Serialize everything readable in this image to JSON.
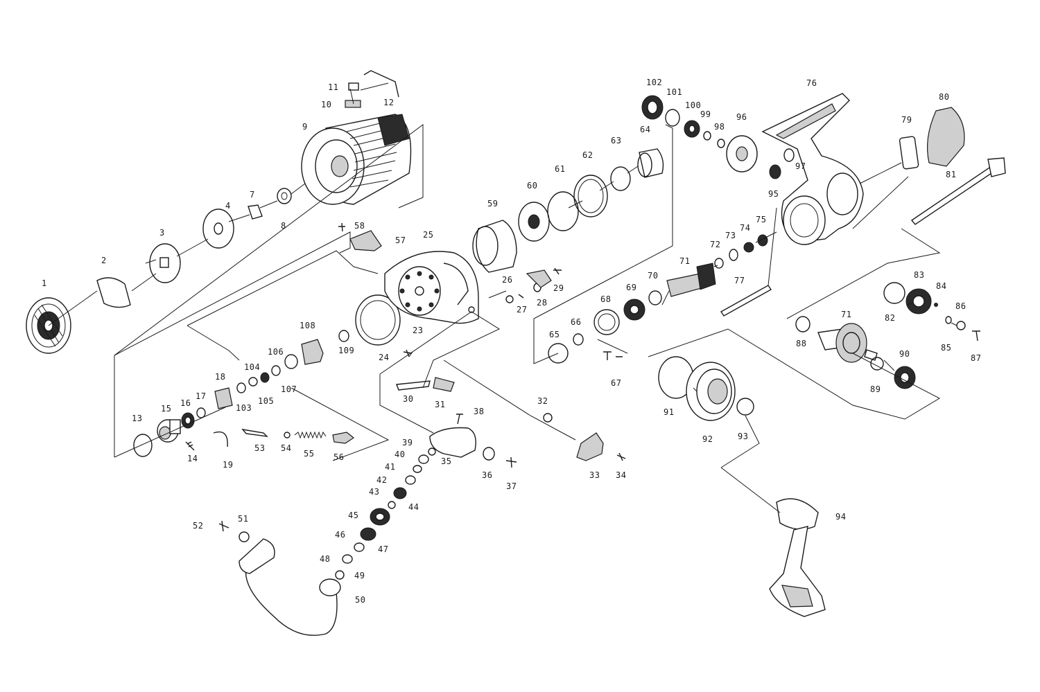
{
  "colors": {
    "ink": "#1a1a1a",
    "paper": "#ffffff",
    "shade": "#cfcfcf"
  },
  "parts": [
    {
      "id": "p1",
      "label": "1",
      "name": "spool-front-cap"
    },
    {
      "id": "p2",
      "label": "2",
      "name": "spring-clip"
    },
    {
      "id": "p3",
      "label": "3",
      "name": "square-washer"
    },
    {
      "id": "p4",
      "label": "4",
      "name": "drag-washer"
    },
    {
      "id": "p7",
      "label": "7",
      "name": "clip"
    },
    {
      "id": "p8",
      "label": "8",
      "name": "bushing"
    },
    {
      "id": "p9",
      "label": "9",
      "name": "spool"
    },
    {
      "id": "p10",
      "label": "10",
      "name": "clip-block"
    },
    {
      "id": "p11",
      "label": "11",
      "name": "small-clip"
    },
    {
      "id": "p12",
      "label": "12",
      "name": "wire-spring"
    },
    {
      "id": "p13",
      "label": "13",
      "name": "ring"
    },
    {
      "id": "p14",
      "label": "14",
      "name": "screw"
    },
    {
      "id": "p15",
      "label": "15",
      "name": "knob-body"
    },
    {
      "id": "p16",
      "label": "16",
      "name": "bearing"
    },
    {
      "id": "p17",
      "label": "17",
      "name": "washer"
    },
    {
      "id": "p18",
      "label": "18",
      "name": "plate"
    },
    {
      "id": "p19",
      "label": "19",
      "name": "spring"
    },
    {
      "id": "p23",
      "label": "23",
      "name": "rotor-ring"
    },
    {
      "id": "p24",
      "label": "24",
      "name": "screw"
    },
    {
      "id": "p25",
      "label": "25",
      "name": "rotor"
    },
    {
      "id": "p26",
      "label": "26",
      "name": "ball"
    },
    {
      "id": "p27",
      "label": "27",
      "name": "pin"
    },
    {
      "id": "p28",
      "label": "28",
      "name": "bracket"
    },
    {
      "id": "p29",
      "label": "29",
      "name": "screw"
    },
    {
      "id": "p30",
      "label": "30",
      "name": "lever"
    },
    {
      "id": "p31",
      "label": "31",
      "name": "block"
    },
    {
      "id": "p32",
      "label": "32",
      "name": "washer"
    },
    {
      "id": "p33",
      "label": "33",
      "name": "bail-arm-lever"
    },
    {
      "id": "p34",
      "label": "34",
      "name": "screw"
    },
    {
      "id": "p35",
      "label": "35",
      "name": "bail-support"
    },
    {
      "id": "p36",
      "label": "36",
      "name": "bushing"
    },
    {
      "id": "p37",
      "label": "37",
      "name": "screw"
    },
    {
      "id": "p38",
      "label": "38",
      "name": "screw"
    },
    {
      "id": "p39",
      "label": "39",
      "name": "washer"
    },
    {
      "id": "p40",
      "label": "40",
      "name": "washer"
    },
    {
      "id": "p41",
      "label": "41",
      "name": "washer"
    },
    {
      "id": "p42",
      "label": "42",
      "name": "washer"
    },
    {
      "id": "p43",
      "label": "43",
      "name": "bushing"
    },
    {
      "id": "p44",
      "label": "44",
      "name": "ring"
    },
    {
      "id": "p45",
      "label": "45",
      "name": "line-roller"
    },
    {
      "id": "p46",
      "label": "46",
      "name": "bushing"
    },
    {
      "id": "p47",
      "label": "47",
      "name": "washer"
    },
    {
      "id": "p48",
      "label": "48",
      "name": "washer"
    },
    {
      "id": "p49",
      "label": "49",
      "name": "washer"
    },
    {
      "id": "p50",
      "label": "50",
      "name": "bail-wire"
    },
    {
      "id": "p51",
      "label": "51",
      "name": "bushing"
    },
    {
      "id": "p52",
      "label": "52",
      "name": "screw"
    },
    {
      "id": "p53",
      "label": "53",
      "name": "lever"
    },
    {
      "id": "p54",
      "label": "54",
      "name": "washer"
    },
    {
      "id": "p55",
      "label": "55",
      "name": "spring"
    },
    {
      "id": "p56",
      "label": "56",
      "name": "plunger"
    },
    {
      "id": "p57",
      "label": "57",
      "name": "bracket"
    },
    {
      "id": "p58",
      "label": "58",
      "name": "screw"
    },
    {
      "id": "p59",
      "label": "59",
      "name": "rotor-nut-sleeve"
    },
    {
      "id": "p60",
      "label": "60",
      "name": "bearing-disc"
    },
    {
      "id": "p61",
      "label": "61",
      "name": "ring"
    },
    {
      "id": "p62",
      "label": "62",
      "name": "collar"
    },
    {
      "id": "p63",
      "label": "63",
      "name": "ring"
    },
    {
      "id": "p64",
      "label": "64",
      "name": "sleeve"
    },
    {
      "id": "p65",
      "label": "65",
      "name": "collar"
    },
    {
      "id": "p66",
      "label": "66",
      "name": "ring"
    },
    {
      "id": "p67",
      "label": "67",
      "name": "screws"
    },
    {
      "id": "p68",
      "label": "68",
      "name": "retainer"
    },
    {
      "id": "p69",
      "label": "69",
      "name": "bearing"
    },
    {
      "id": "p70",
      "label": "70",
      "name": "ring"
    },
    {
      "id": "p71a",
      "label": "71",
      "name": "pinion-gear"
    },
    {
      "id": "p72",
      "label": "72",
      "name": "ring"
    },
    {
      "id": "p73",
      "label": "73",
      "name": "ring"
    },
    {
      "id": "p74",
      "label": "74",
      "name": "washer"
    },
    {
      "id": "p75",
      "label": "75",
      "name": "bearing"
    },
    {
      "id": "p76",
      "label": "76",
      "name": "reel-body"
    },
    {
      "id": "p77",
      "label": "77",
      "name": "shaft"
    },
    {
      "id": "p79",
      "label": "79",
      "name": "gasket"
    },
    {
      "id": "p80",
      "label": "80",
      "name": "cover"
    },
    {
      "id": "p81",
      "label": "81",
      "name": "main-shaft"
    },
    {
      "id": "p82",
      "label": "82",
      "name": "washer"
    },
    {
      "id": "p83",
      "label": "83",
      "name": "gear"
    },
    {
      "id": "p84",
      "label": "84",
      "name": "pin"
    },
    {
      "id": "p85",
      "label": "85",
      "name": "clip"
    },
    {
      "id": "p86",
      "label": "86",
      "name": "bushing"
    },
    {
      "id": "p87",
      "label": "87",
      "name": "screw"
    },
    {
      "id": "p88",
      "label": "88",
      "name": "bushing"
    },
    {
      "id": "p71b",
      "label": "71",
      "name": "drive-gear"
    },
    {
      "id": "p89",
      "label": "89",
      "name": "ring"
    },
    {
      "id": "p90",
      "label": "90",
      "name": "bearing"
    },
    {
      "id": "p91",
      "label": "91",
      "name": "o-ring"
    },
    {
      "id": "p92",
      "label": "92",
      "name": "side-cap"
    },
    {
      "id": "p93",
      "label": "93",
      "name": "washer"
    },
    {
      "id": "p94",
      "label": "94",
      "name": "handle"
    },
    {
      "id": "p95",
      "label": "95",
      "name": "bushing"
    },
    {
      "id": "p96",
      "label": "96",
      "name": "plate"
    },
    {
      "id": "p97",
      "label": "97",
      "name": "ring"
    },
    {
      "id": "p98",
      "label": "98",
      "name": "clip"
    },
    {
      "id": "p99",
      "label": "99",
      "name": "ring"
    },
    {
      "id": "p100",
      "label": "100",
      "name": "bearing"
    },
    {
      "id": "p101",
      "label": "101",
      "name": "ring"
    },
    {
      "id": "p102",
      "label": "102",
      "name": "nut"
    },
    {
      "id": "p103",
      "label": "103",
      "name": "washer"
    },
    {
      "id": "p104",
      "label": "104",
      "name": "washer"
    },
    {
      "id": "p105",
      "label": "105",
      "name": "ring"
    },
    {
      "id": "p106",
      "label": "106",
      "name": "washer"
    },
    {
      "id": "p107",
      "label": "107",
      "name": "bushing"
    },
    {
      "id": "p108",
      "label": "108",
      "name": "nut"
    },
    {
      "id": "p109",
      "label": "109",
      "name": "bushing"
    }
  ]
}
